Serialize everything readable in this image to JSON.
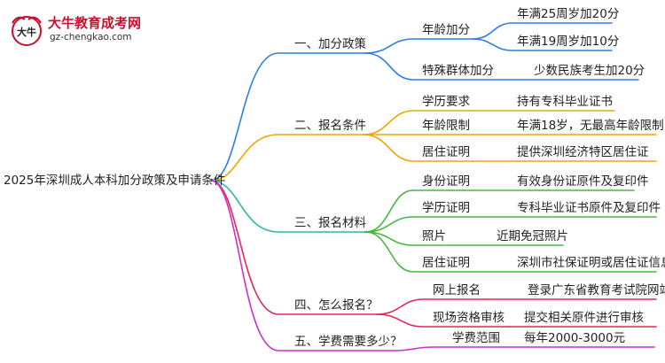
{
  "brand": {
    "name": "大牛教育成考网",
    "url": "gz-chengkao.com",
    "mark_text": "大牛"
  },
  "colors": {
    "blue": "#2f7de1",
    "orange": "#f0a500",
    "teal": "#2db7a8",
    "green": "#46b83f",
    "crimson": "#dc2a55",
    "magenta": "#cf2fc8"
  },
  "mindmap": {
    "root": "2025年深圳成人本科加分政策及申请条件",
    "branches": [
      {
        "label": "一、加分政策",
        "items": [
          {
            "label": "年龄加分",
            "children": [
              "年满25周岁加20分",
              "年满19周岁加10分"
            ]
          },
          {
            "label": "特殊群体加分",
            "children": [
              "少数民族考生加20分"
            ]
          }
        ]
      },
      {
        "label": "二、报名条件",
        "items": [
          {
            "label": "学历要求",
            "children": [
              "持有专科毕业证书"
            ]
          },
          {
            "label": "年龄限制",
            "children": [
              "年满18岁，无最高年龄限制"
            ]
          },
          {
            "label": "居住证明",
            "children": [
              "提供深圳经济特区居住证"
            ]
          }
        ]
      },
      {
        "label": "三、报名材料",
        "items": [
          {
            "label": "身份证明",
            "children": [
              "有效身份证原件及复印件"
            ]
          },
          {
            "label": "学历证明",
            "children": [
              "专科毕业证书原件及复印件"
            ]
          },
          {
            "label": "照片",
            "children": [
              "近期免冠照片"
            ]
          },
          {
            "label": "居住证明",
            "children": [
              "深圳市社保证明或居住证信息"
            ]
          }
        ]
      },
      {
        "label": "四、怎么报名？",
        "items": [
          {
            "label": "网上报名",
            "children": [
              "登录广东省教育考试院网站"
            ]
          },
          {
            "label": "现场资格审核",
            "children": [
              "提交相关原件进行审核"
            ]
          }
        ]
      },
      {
        "label": "五、学费需要多少？",
        "items": [
          {
            "label": "学费范围",
            "children": [
              "每年2000-3000元"
            ]
          }
        ]
      }
    ]
  }
}
